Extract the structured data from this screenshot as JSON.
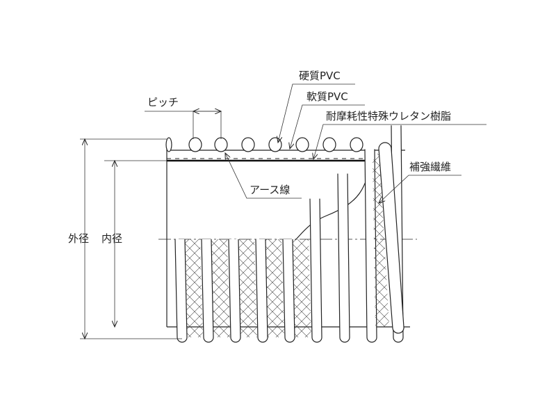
{
  "labels": {
    "hard_pvc": "硬質PVC",
    "soft_pvc": "軟質PVC",
    "urethane": "耐摩耗性特殊ウレタン樹脂",
    "pitch": "ピッチ",
    "reinforcing_fiber": "補強繊維",
    "ground_wire": "アース線",
    "outer_diameter": "外径",
    "inner_diameter": "内径"
  },
  "colors": {
    "line": "#222222",
    "background": "#ffffff"
  }
}
